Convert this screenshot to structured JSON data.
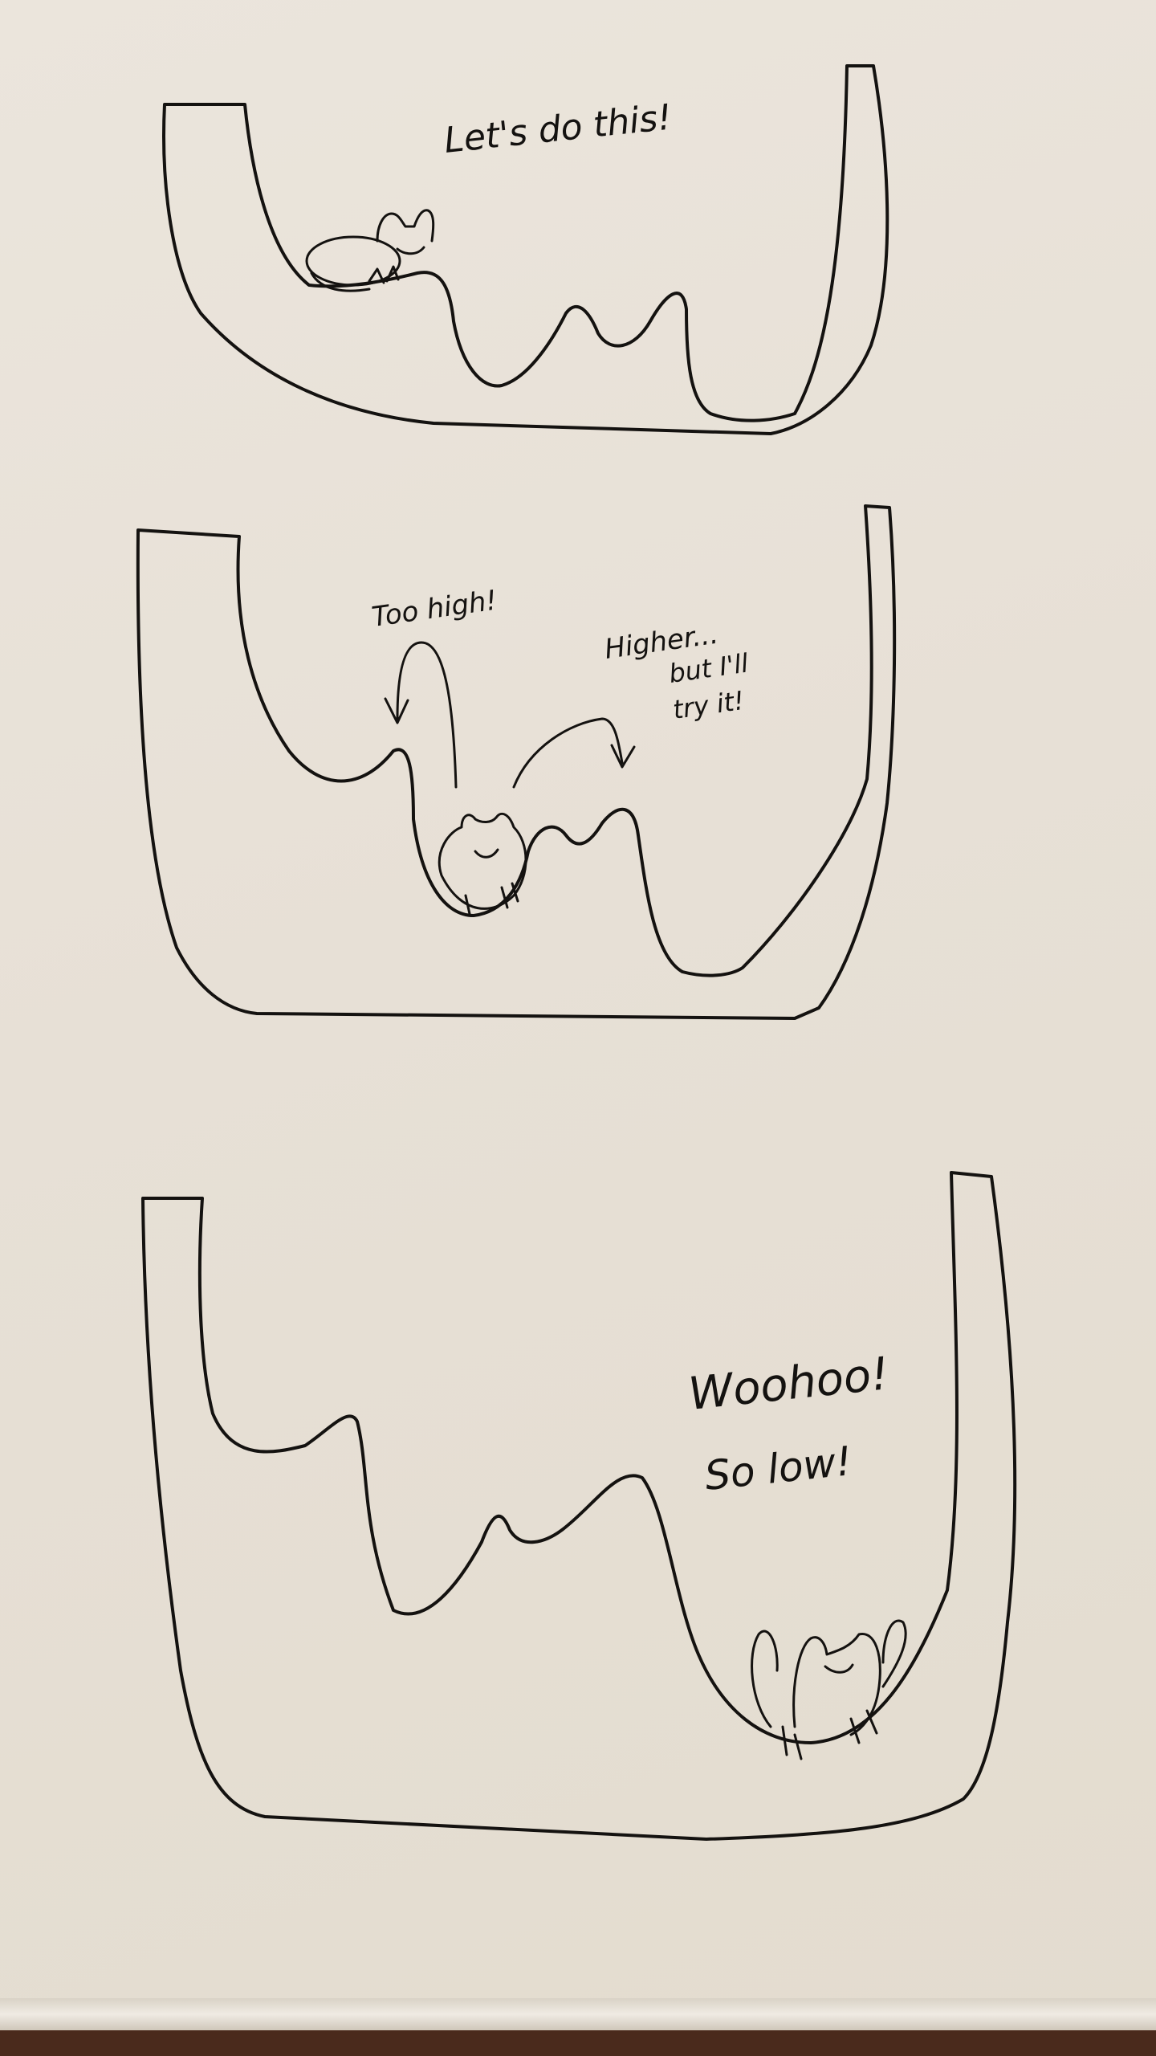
{
  "panels": [
    {
      "caption_lines": [
        "Let's do this!"
      ]
    },
    {
      "captions_left": [
        "Too high!"
      ],
      "captions_right": [
        "Higher...",
        "but I'll",
        "try it!"
      ]
    },
    {
      "caption_lines": [
        "Woohoo!",
        "So low!"
      ]
    }
  ],
  "colors": {
    "paper": "#e9e3d9",
    "ink": "#141210",
    "table": "#4a2a1c"
  },
  "icons": [
    "frog-icon",
    "arrow-icon"
  ]
}
